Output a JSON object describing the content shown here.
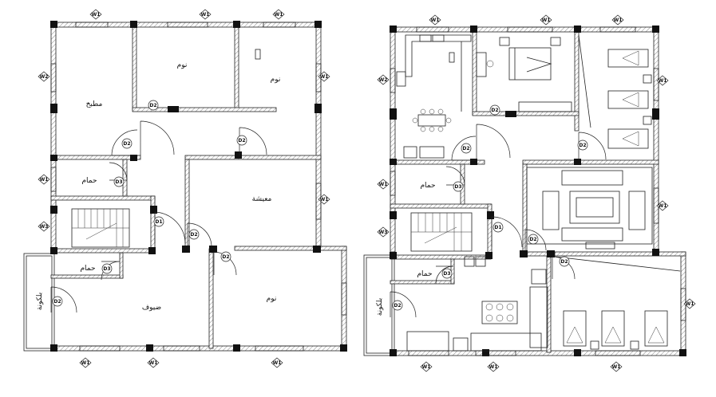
{
  "left_plan": {
    "rooms": {
      "kitchen": "مطبخ",
      "bedroom_top_middle": "نوم",
      "bedroom_top_right": "نوم",
      "bath_upper": "حمام",
      "living": "معيشة",
      "bath_lower": "حمام",
      "guests": "ضيوف",
      "bedroom_bottom_right": "نوم",
      "balcony": "بلكونة"
    },
    "door_tags": {
      "kitchen_door": "D2",
      "bed_mid_door": "D2",
      "bed_right_door": "D2",
      "bath_upper_door": "D3",
      "stair_door": "D1",
      "living_door": "D2",
      "bedroom_low_door": "D2",
      "bath_lower_door": "D3",
      "balcony_door": "D2"
    },
    "window_tags": {
      "top": [
        "W1",
        "W1",
        "W1"
      ],
      "left": [
        "W2",
        "W1",
        "W3"
      ],
      "right": [
        "W1",
        "W1"
      ],
      "bottom": [
        "W1",
        "W1",
        "W1"
      ]
    }
  },
  "right_plan": {
    "rooms": {
      "bath_upper": "حمام",
      "bath_lower": "حمام",
      "balcony": "بلكونة"
    },
    "door_tags": {
      "kitchen_door": "D2",
      "bed_door": "D2",
      "kids_door": "D2",
      "bath_upper_door": "D3",
      "stair_door": "D1",
      "living_door": "D2",
      "bed_low_door": "D2",
      "bath_lower_door": "D3",
      "balcony_door": "D2"
    },
    "window_tags": {
      "top": [
        "W1",
        "W1",
        "W1"
      ],
      "left": [
        "W2",
        "W1",
        "W3"
      ],
      "right": [
        "W1",
        "W1",
        "W1"
      ],
      "bottom": [
        "W1",
        "W1",
        "W1"
      ]
    }
  }
}
